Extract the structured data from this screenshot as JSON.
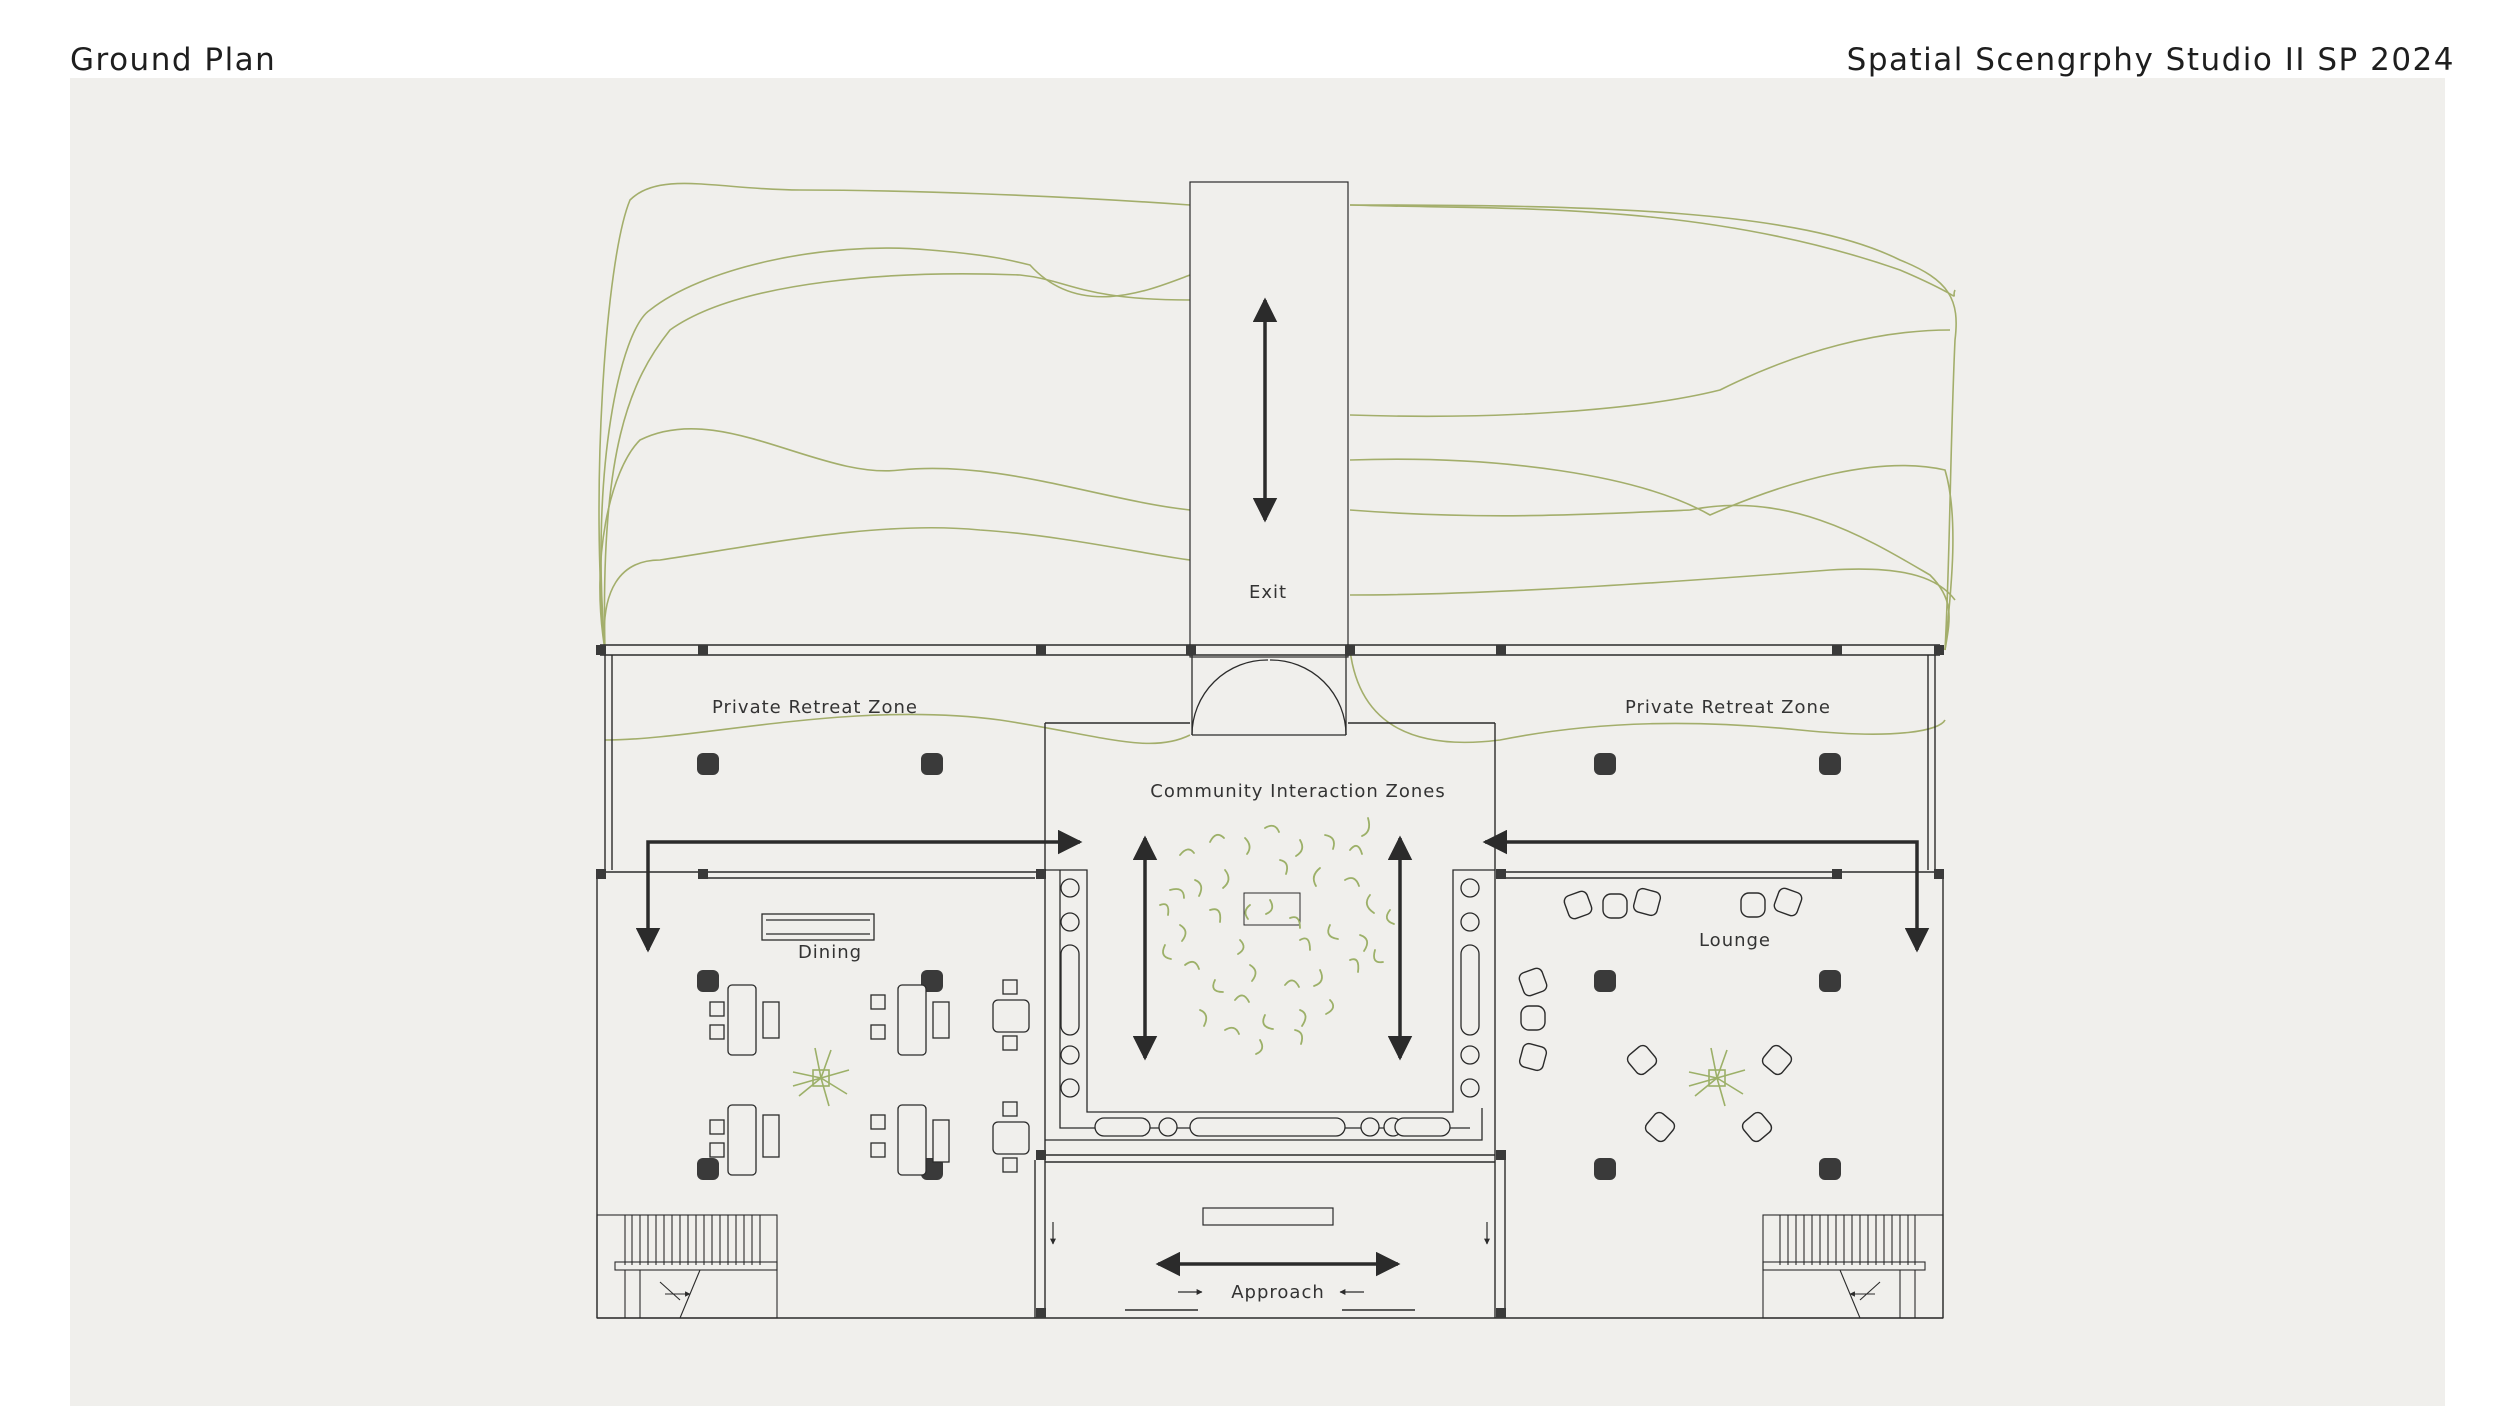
{
  "header": {
    "title": "Ground Plan",
    "studio": "Spatial Scengrphy Studio II SP 2024"
  },
  "labels": {
    "exit": "Exit",
    "private_left": "Private Retreat Zone",
    "private_right": "Private Retreat Zone",
    "community": "Community Interaction Zones",
    "dining": "Dining",
    "lounge": "Lounge",
    "approach": "Approach"
  },
  "colors": {
    "panel": "#f0efec",
    "line": "#2b2b2b",
    "contour": "#a3ae6b",
    "foliage": "#9cb068",
    "column": "#3a3a3a"
  }
}
